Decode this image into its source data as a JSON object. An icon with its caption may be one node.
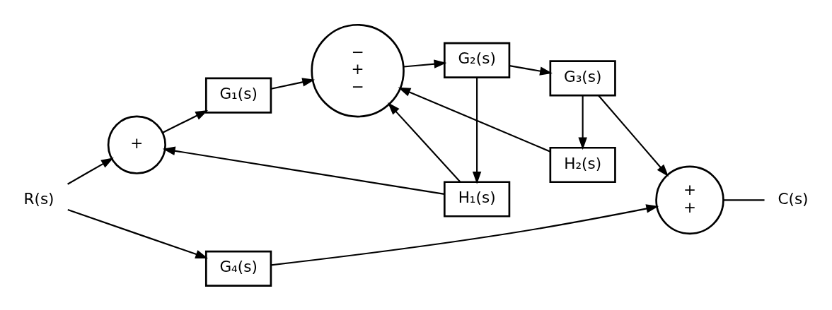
{
  "diagram": {
    "nodes": [
      {
        "text": [
          "R(s)"
        ]
      },
      {
        "text": [
          "+"
        ]
      },
      {
        "text": [
          "G₁(s)"
        ]
      },
      {
        "text": [
          "−",
          "+",
          "−"
        ]
      },
      {
        "text": [
          "G₂(s)"
        ]
      },
      {
        "text": [
          "G₃(s)"
        ]
      },
      {
        "text": [
          "+",
          "+"
        ]
      },
      {
        "text": [
          "C(s)"
        ]
      },
      {
        "text": [
          "H₂(s)"
        ]
      },
      {
        "text": [
          "H₁(s)"
        ]
      },
      {
        "text": [
          "G₄(s)"
        ]
      }
    ],
    "edges": [
      {
        "from": 0,
        "to": 1,
        "arrow": "to"
      },
      {
        "from": 0,
        "to": 10,
        "arrow": "to"
      },
      {
        "from": 1,
        "to": 2,
        "arrow": "to"
      },
      {
        "from": 2,
        "to": 3,
        "arrow": "to"
      },
      {
        "from": 3,
        "to": 4,
        "arrow": "to"
      },
      {
        "from": 4,
        "to": 5,
        "arrow": "to"
      },
      {
        "from": 5,
        "to": 6,
        "arrow": "to"
      },
      {
        "from": 6,
        "to": 7,
        "arrow": "none"
      },
      {
        "from": 5,
        "to": 8,
        "arrow": "to"
      },
      {
        "from": 8,
        "to": 3,
        "arrow": "to"
      },
      {
        "from": 4,
        "to": 9,
        "arrow": "to"
      },
      {
        "from": 9,
        "to": 1,
        "arrow": "to"
      },
      {
        "from": 9,
        "to": 3,
        "arrow": "to"
      },
      {
        "from": 10,
        "to": 6,
        "arrow": "to"
      }
    ]
  }
}
